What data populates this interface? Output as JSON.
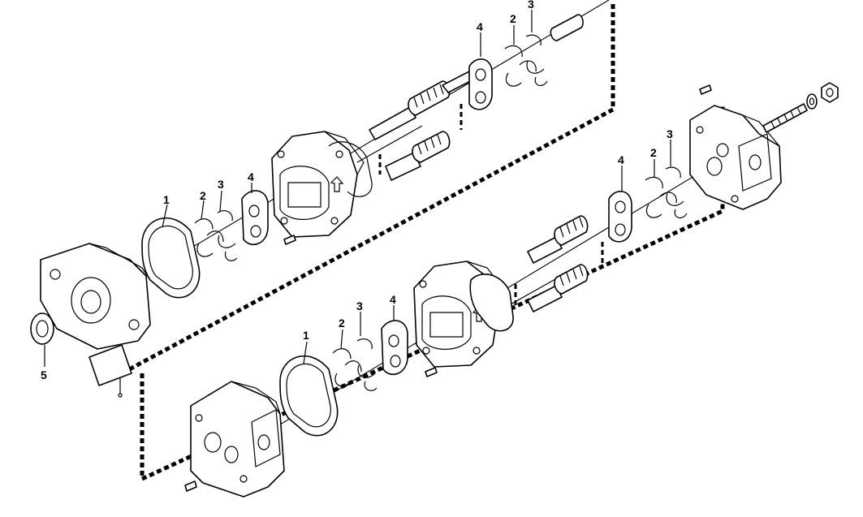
{
  "callouts": {
    "c1_upper": "1",
    "c2_upper_left": "2",
    "c3_upper_left": "3",
    "c4_upper_left": "4",
    "c4_upper_right": "4",
    "c2_upper_right": "2",
    "c3_upper_right": "3",
    "c5": "5",
    "c1_lower": "1",
    "c2_lower_left": "2",
    "c3_lower_left": "3",
    "c4_lower_left": "4",
    "c4_lower_right": "4",
    "c2_lower_right": "2",
    "c3_lower_right": "3"
  },
  "colors": {
    "line": "#000000",
    "background": "#ffffff"
  }
}
